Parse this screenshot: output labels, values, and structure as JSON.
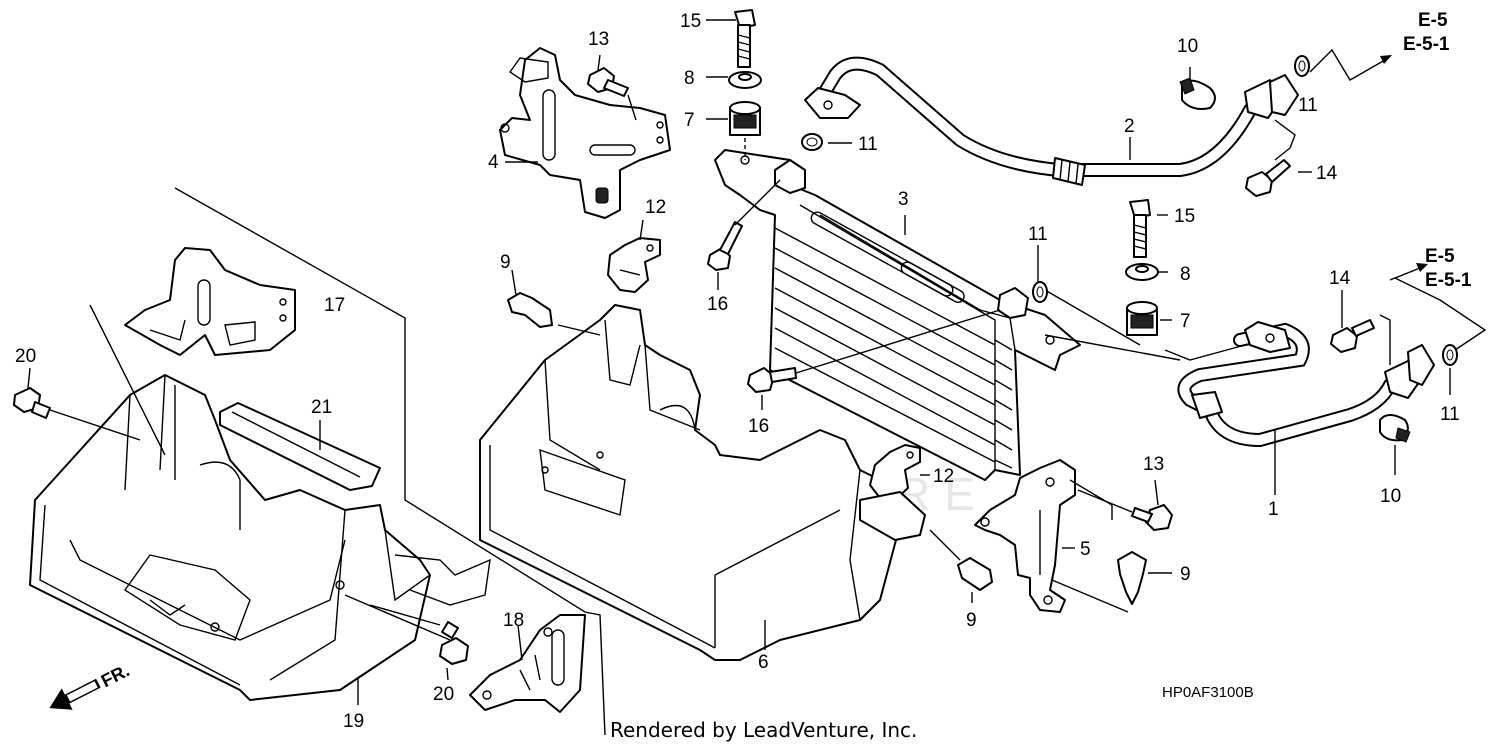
{
  "diagram": {
    "callouts": {
      "c1": "1",
      "c2": "2",
      "c3": "3",
      "c4": "4",
      "c5": "5",
      "c6": "6",
      "c7a": "7",
      "c7b": "7",
      "c8a": "8",
      "c8b": "8",
      "c9a": "9",
      "c9b": "9",
      "c9c": "9",
      "c10a": "10",
      "c10b": "10",
      "c11a": "11",
      "c11b": "11",
      "c11c": "11",
      "c11d": "11",
      "c12a": "12",
      "c12b": "12",
      "c13a": "13",
      "c13b": "13",
      "c14a": "14",
      "c14b": "14",
      "c15a": "15",
      "c15b": "15",
      "c16a": "16",
      "c16b": "16",
      "c17": "17",
      "c18": "18",
      "c19": "19",
      "c20a": "20",
      "c20b": "20",
      "c21": "21"
    },
    "refs": {
      "top_line1": "E-5",
      "top_line2": "E-5-1",
      "mid_line1": "E-5",
      "mid_line2": "E-5-1"
    },
    "front_label": "FR.",
    "diagram_code": "HP0AF3100B",
    "watermark": "LEADVENTURE",
    "footer": "Rendered by LeadVenture, Inc."
  }
}
